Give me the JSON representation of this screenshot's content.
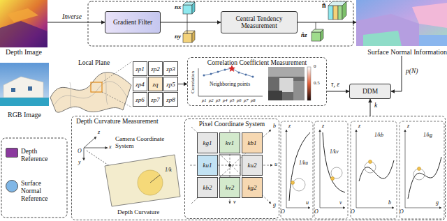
{
  "diagram": {
    "nodes": [
      {
        "text": [
          "Depth Image"
        ]
      },
      {
        "text": [
          "RGB Image"
        ]
      },
      {
        "text": [
          "Gradient Filter"
        ]
      },
      {
        "text": [
          "Central Tendency Measurement"
        ]
      },
      {
        "text": [
          "Surface Normal Information"
        ]
      },
      {
        "text": [
          "zp1"
        ]
      },
      {
        "text": [
          "zp2"
        ]
      },
      {
        "text": [
          "zp3"
        ]
      },
      {
        "text": [
          "zp4"
        ]
      },
      {
        "text": [
          "zq"
        ]
      },
      {
        "text": [
          "zp5"
        ]
      },
      {
        "text": [
          "zp6"
        ]
      },
      {
        "text": [
          "zp7"
        ]
      },
      {
        "text": [
          "zp8"
        ]
      },
      {
        "text": [
          "Correlation Coefficient Measurement"
        ]
      },
      {
        "text": [
          "DDM"
        ]
      },
      {
        "text": [
          "Depth Curvature Measurement"
        ]
      },
      {
        "text": [
          "Pixel Coordinate System"
        ],
        "in": 16
      },
      {
        "text": [
          "kg1"
        ],
        "in": 17
      },
      {
        "text": [
          "kv1"
        ],
        "in": 17
      },
      {
        "text": [
          "kb1"
        ],
        "in": 17
      },
      {
        "text": [
          "ku1"
        ],
        "in": 17
      },
      {
        "text": [
          "ku2"
        ],
        "in": 17
      },
      {
        "text": [
          "kb2"
        ],
        "in": 17
      },
      {
        "text": [
          "kv2"
        ],
        "in": 17
      },
      {
        "text": [
          "kg2"
        ],
        "in": 17
      }
    ],
    "edges": [
      {
        "from": 0,
        "to": 2,
        "label": "Inverse",
        "arrow": "to"
      },
      {
        "from": 2,
        "to": 3,
        "arrow": "to"
      },
      {
        "from": 3,
        "to": 4,
        "arrow": "to"
      },
      {
        "from": 4,
        "to": 15,
        "label": "p(N)",
        "arrow": "to"
      },
      {
        "from": 14,
        "to": 15,
        "label": "τ, ε",
        "arrow": "to"
      },
      {
        "from": 16,
        "to": 15,
        "label": "k",
        "arrow": "to"
      },
      {
        "from": 10,
        "to": 14,
        "arrow": "to"
      }
    ],
    "labels": [
      "nx",
      "ny",
      "n̂z",
      "ñ",
      "Local Plane",
      "Correlation",
      "Neighboring points",
      "p1",
      "p2",
      "p3",
      "p4",
      "p5",
      "p6",
      "p7",
      "p8",
      "0",
      "0.5",
      "O",
      "z",
      "x",
      "y",
      "Camera Coordinate System",
      "1/k",
      "Depth Curvature",
      "b",
      "u",
      "v",
      "g",
      "z",
      "u",
      "1/ku",
      "O",
      "z",
      "v",
      "1/kv",
      "O",
      "z",
      "b",
      "1/kb",
      "O",
      "z",
      "g",
      "1/kg",
      "O"
    ],
    "legend": [
      {
        "text": "Depth Reference",
        "color": "#8b3a9e"
      },
      {
        "text": "Surface Normal Reference",
        "color": "#7fb6e6"
      }
    ]
  }
}
